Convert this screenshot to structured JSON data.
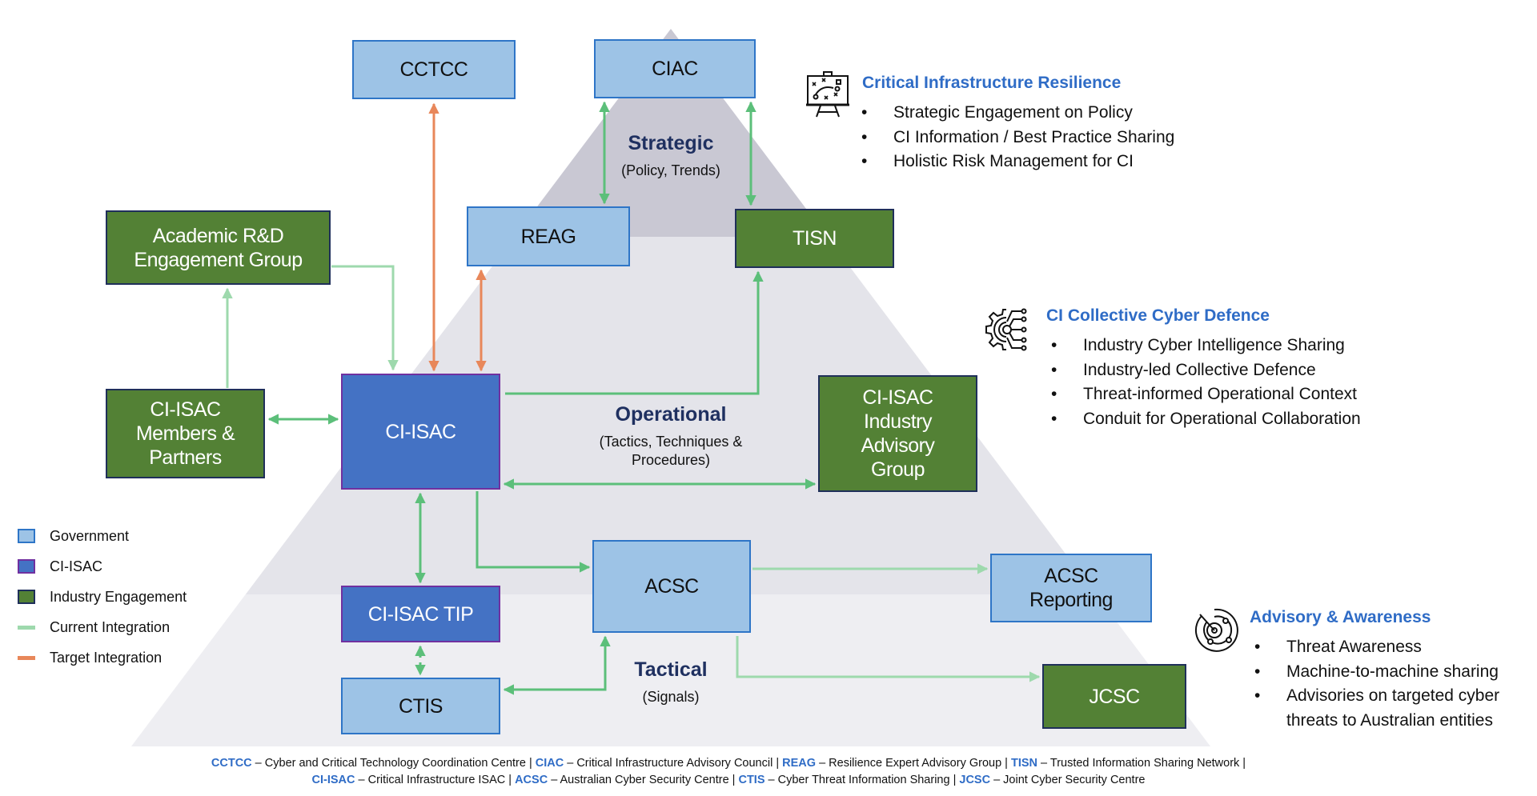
{
  "colors": {
    "government": "#9dc3e6",
    "ci_isac": "#4472c4",
    "industry": "#538135",
    "current_integration": "#5cbf7a",
    "current_integration_light": "#9ed9ad",
    "target_integration": "#e8875a",
    "heading_blue": "#2f6cc6",
    "layer_title": "#1f3060"
  },
  "layers": {
    "strategic": {
      "title": "Strategic",
      "subtitle": "(Policy, Trends)"
    },
    "operational": {
      "title": "Operational",
      "subtitle_line1": "(Tactics, Techniques &",
      "subtitle_line2": "Procedures)"
    },
    "tactical": {
      "title": "Tactical",
      "subtitle": "(Signals)"
    }
  },
  "nodes": {
    "cctcc": {
      "label": "CCTCC",
      "type": "government"
    },
    "ciac": {
      "label": "CIAC",
      "type": "government"
    },
    "reag": {
      "label": "REAG",
      "type": "government"
    },
    "tisn": {
      "label": "TISN",
      "type": "industry"
    },
    "academic": {
      "line1": "Academic R&D",
      "line2": "Engagement Group",
      "type": "industry"
    },
    "members": {
      "line1": "CI-ISAC",
      "line2": "Members &",
      "line3": "Partners",
      "type": "industry"
    },
    "ci_isac": {
      "label": "CI-ISAC",
      "type": "ci_isac"
    },
    "industry_advisory": {
      "line1": "CI-ISAC",
      "line2": "Industry",
      "line3": "Advisory",
      "line4": "Group",
      "type": "industry"
    },
    "acsc": {
      "label": "ACSC",
      "type": "government"
    },
    "acsc_reporting": {
      "line1": "ACSC",
      "line2": "Reporting",
      "type": "government"
    },
    "tip": {
      "label": "CI-ISAC TIP",
      "type": "ci_isac"
    },
    "ctis": {
      "label": "CTIS",
      "type": "government"
    },
    "jcsc": {
      "label": "JCSC",
      "type": "industry"
    }
  },
  "connections": [
    {
      "from": "ci_isac",
      "to": "cctcc",
      "kind": "target",
      "arrows": "both"
    },
    {
      "from": "ci_isac",
      "to": "reag",
      "kind": "target",
      "arrows": "both"
    },
    {
      "from": "ciac",
      "to": "reag",
      "kind": "current",
      "arrows": "both"
    },
    {
      "from": "ciac",
      "to": "tisn",
      "kind": "current",
      "arrows": "both"
    },
    {
      "from": "ci_isac",
      "to": "tisn",
      "kind": "current",
      "arrows": "end"
    },
    {
      "from": "academic",
      "to": "ci_isac",
      "kind": "current",
      "arrows": "end"
    },
    {
      "from": "members",
      "to": "academic",
      "kind": "current",
      "arrows": "end"
    },
    {
      "from": "members",
      "to": "ci_isac",
      "kind": "current",
      "arrows": "both"
    },
    {
      "from": "ci_isac",
      "to": "industry_advisory",
      "kind": "current",
      "arrows": "both"
    },
    {
      "from": "ci_isac",
      "to": "acsc",
      "kind": "current",
      "arrows": "end"
    },
    {
      "from": "ci_isac",
      "to": "tip",
      "kind": "current",
      "arrows": "both"
    },
    {
      "from": "tip",
      "to": "ctis",
      "kind": "current",
      "arrows": "both"
    },
    {
      "from": "acsc",
      "to": "ctis",
      "kind": "current",
      "arrows": "both"
    },
    {
      "from": "acsc",
      "to": "acsc_reporting",
      "kind": "current",
      "arrows": "end"
    },
    {
      "from": "acsc",
      "to": "jcsc",
      "kind": "current",
      "arrows": "end"
    }
  ],
  "panels": {
    "resilience": {
      "icon": "strategy-board-icon",
      "heading": "Critical Infrastructure Resilience",
      "items": [
        "Strategic Engagement on Policy",
        "CI Information / Best Practice Sharing",
        "Holistic Risk Management for CI"
      ]
    },
    "defence": {
      "icon": "gear-circuit-icon",
      "heading": "CI Collective Cyber Defence",
      "items": [
        "Industry Cyber Intelligence Sharing",
        "Industry-led Collective Defence",
        "Threat-informed Operational Context",
        "Conduit for Operational Collaboration"
      ]
    },
    "advisory": {
      "icon": "radar-icon",
      "heading": "Advisory & Awareness",
      "items": [
        "Threat Awareness",
        "Machine-to-machine sharing",
        "Advisories on targeted cyber",
        "threats to Australian entities"
      ]
    }
  },
  "legend": [
    {
      "label": "Government",
      "kind": "box-government"
    },
    {
      "label": "CI-ISAC",
      "kind": "box-ci-isac"
    },
    {
      "label": "Industry Engagement",
      "kind": "box-industry"
    },
    {
      "label": "Current Integration",
      "kind": "line-current"
    },
    {
      "label": "Target Integration",
      "kind": "line-target"
    }
  ],
  "footer": [
    {
      "abbr": "CCTCC",
      "text": " – Cyber and Critical Technology Coordination Centre | "
    },
    {
      "abbr": "CIAC",
      "text": " – Critical Infrastructure Advisory Council | "
    },
    {
      "abbr": "REAG",
      "text": " – Resilience Expert Advisory Group | "
    },
    {
      "abbr": "TISN",
      "text": " – Trusted Information Sharing Network | "
    },
    {
      "abbr": "CI-ISAC",
      "text": " – Critical Infrastructure ISAC | "
    },
    {
      "abbr": "ACSC",
      "text": " – Australian Cyber Security Centre | "
    },
    {
      "abbr": "CTIS",
      "text": " – Cyber Threat Information Sharing | "
    },
    {
      "abbr": "JCSC",
      "text": " – Joint Cyber Security Centre"
    }
  ]
}
